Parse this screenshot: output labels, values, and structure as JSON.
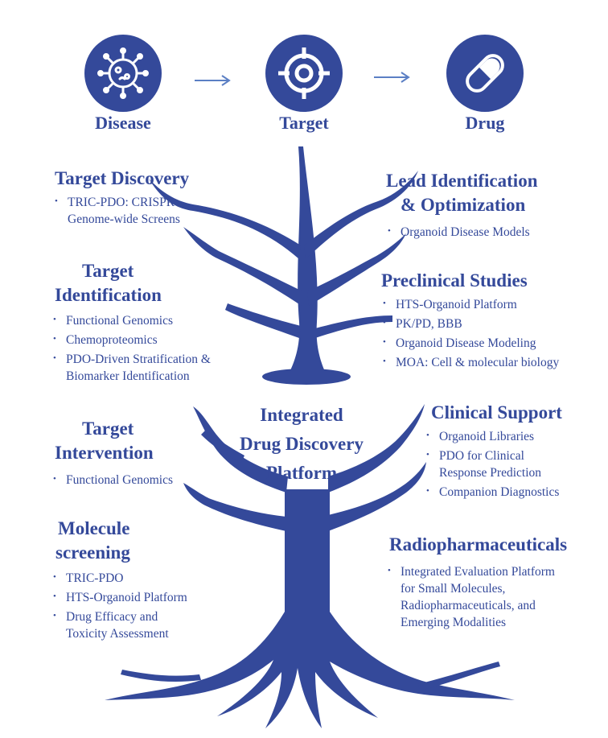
{
  "flow": {
    "disease": {
      "label": "Disease",
      "icon": "virus-icon"
    },
    "target": {
      "label": "Target",
      "icon": "crosshair-target-icon"
    },
    "drug": {
      "label": "Drug",
      "icon": "capsule-pill-icon"
    }
  },
  "center_title": {
    "line1": "Integrated",
    "line2": "Drug Discovery",
    "line3": "Platform"
  },
  "sections": {
    "target_discovery": {
      "heading": "Target Discovery",
      "items": [
        "TRIC-PDO: CRISPR\nGenome-wide Screens"
      ]
    },
    "lead_identification": {
      "heading_line1": "Lead Identification",
      "heading_line2": "& Optimization",
      "items": [
        "Organoid Disease Models"
      ]
    },
    "target_identification": {
      "heading_line1": "Target",
      "heading_line2": "Identification",
      "items": [
        "Functional Genomics",
        "Chemoproteomics",
        "PDO-Driven Stratification &\nBiomarker Identification"
      ]
    },
    "preclinical_studies": {
      "heading": "Preclinical Studies",
      "items": [
        "HTS-Organoid Platform",
        "PK/PD, BBB",
        "Organoid Disease Modeling",
        "MOA: Cell & molecular biology"
      ]
    },
    "target_intervention": {
      "heading_line1": "Target",
      "heading_line2": "Intervention",
      "items": [
        "Functional Genomics"
      ]
    },
    "clinical_support": {
      "heading": "Clinical Support",
      "items": [
        "Organoid Libraries",
        "PDO for Clinical\nResponse Prediction",
        "Companion Diagnostics"
      ]
    },
    "molecule_screening": {
      "heading_line1": "Molecule",
      "heading_line2": "screening",
      "items": [
        "TRIC-PDO",
        "HTS-Organoid Platform",
        "Drug Efficacy and\nToxicity Assessment"
      ]
    },
    "radiopharmaceuticals": {
      "heading": "Radiopharmaceuticals",
      "items": [
        "Integrated Evaluation Platform\nfor Small Molecules,\nRadiopharmaceuticals, and\nEmerging Modalities"
      ]
    }
  },
  "colors": {
    "accent": "#34499a",
    "arrow": "#5b7fc4",
    "background": "#ffffff"
  }
}
